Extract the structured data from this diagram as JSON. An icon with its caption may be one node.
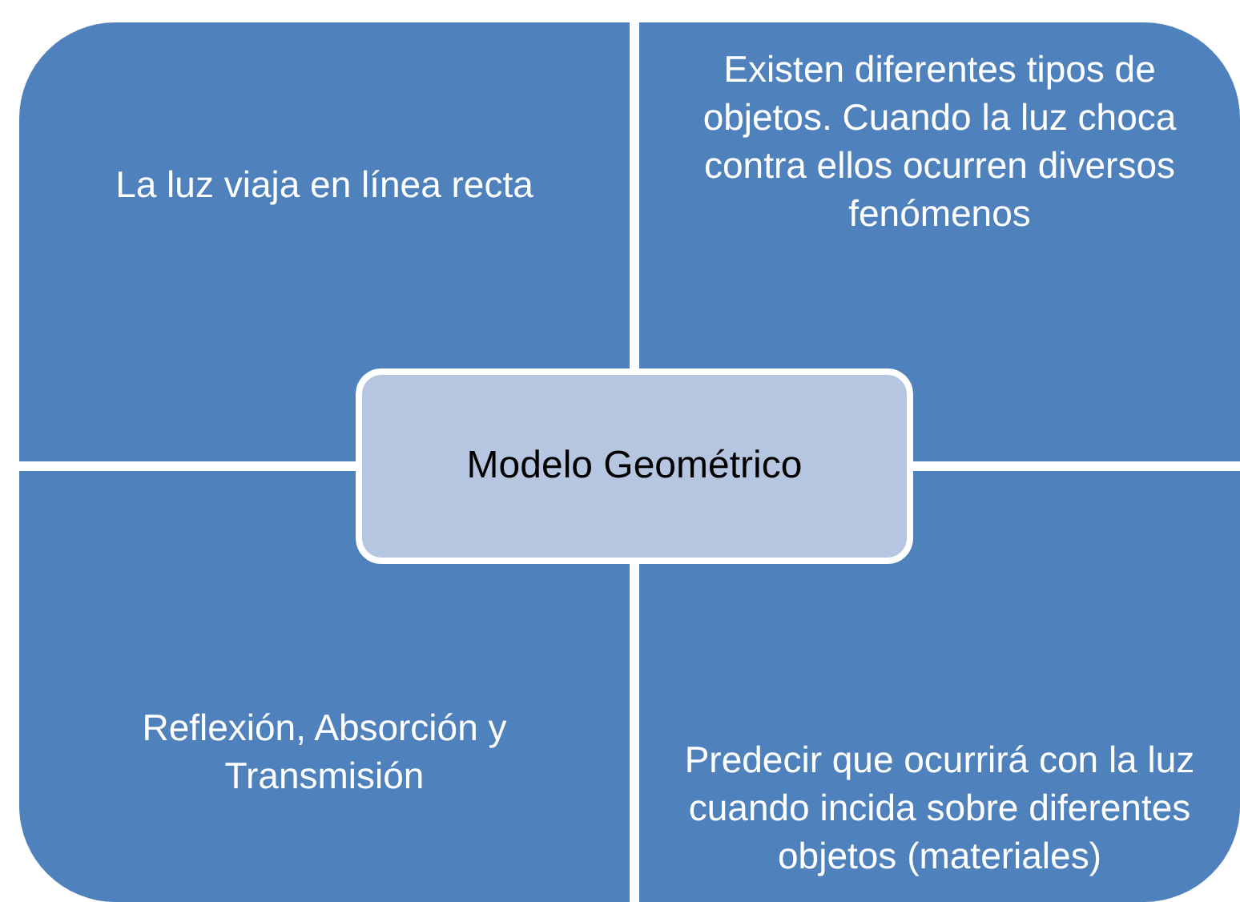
{
  "diagram": {
    "nodes": [
      {
        "text": [
          "La luz viaja en línea recta"
        ]
      },
      {
        "text": [
          "Existen diferentes tipos de objetos. Cuando la luz choca contra ellos ocurren diversos fenómenos"
        ]
      },
      {
        "text": [
          "Modelo Geométrico"
        ]
      },
      {
        "text": [
          "Reflexión, Absorción y Transmisión"
        ]
      },
      {
        "text": [
          "Predecir que ocurrirá con la luz cuando incida sobre diferentes objetos (materiales)"
        ]
      }
    ]
  }
}
